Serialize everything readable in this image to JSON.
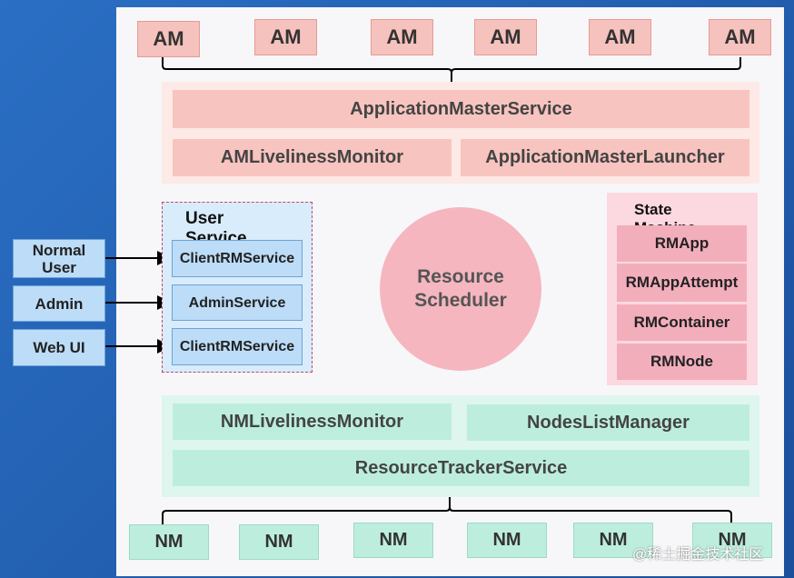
{
  "am_row": [
    "AM",
    "AM",
    "AM",
    "AM",
    "AM",
    "AM"
  ],
  "am_service": {
    "master_service": "ApplicationMasterService",
    "liveliness_monitor": "AMLivelinessMonitor",
    "launcher": "ApplicationMasterLauncher"
  },
  "user_service": {
    "title_line1": "User",
    "title_line2": "Service",
    "boxes": [
      "ClientRMService",
      "AdminService",
      "ClientRMService"
    ]
  },
  "clients": [
    "Normal User",
    "Admin",
    "Web UI"
  ],
  "scheduler": "Resource Scheduler",
  "state_machine": {
    "title_line1": "State",
    "title_line2": "Machine",
    "items": [
      "RMApp",
      "RMAppAttempt",
      "RMContainer",
      "RMNode"
    ]
  },
  "nm_service": {
    "liveliness_monitor": "NMLivelinessMonitor",
    "nodes_list_manager": "NodesListManager",
    "tracker_service": "ResourceTrackerService"
  },
  "nm_row": [
    "NM",
    "NM",
    "NM",
    "NM",
    "NM",
    "NM"
  ],
  "watermark": "@稀土掘金技术社区",
  "colors": {
    "background": "#1b4f9c",
    "am_fill": "#f6c2bd",
    "nm_fill": "#bdeedd",
    "service_fill": "#bcdcf7",
    "scheduler_fill": "#f5b6bf"
  }
}
